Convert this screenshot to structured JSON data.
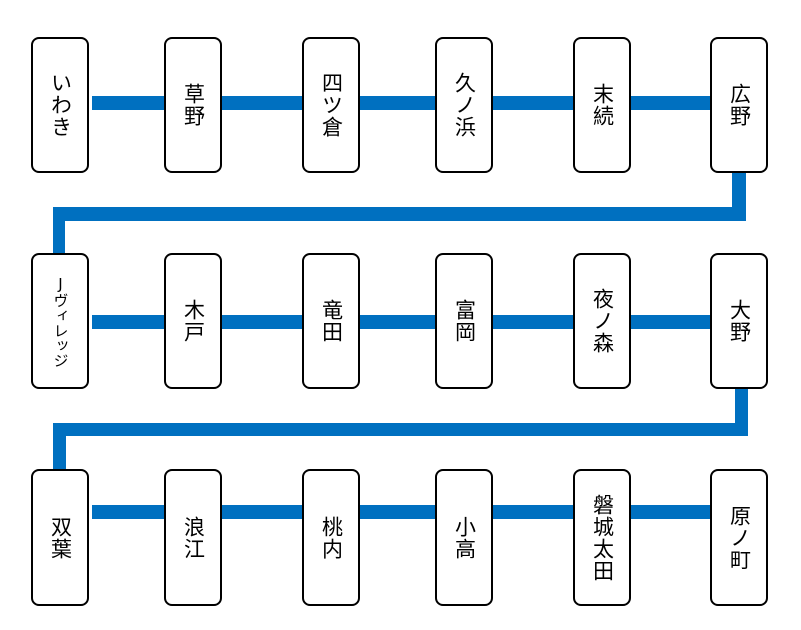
{
  "line_color": "#0070C0",
  "rows": [
    {
      "stations": [
        "いわき",
        "草野",
        "四ツ倉",
        "久ノ浜",
        "末続",
        "広野"
      ]
    },
    {
      "stations": [
        "Jヴィレッジ",
        "木戸",
        "竜田",
        "富岡",
        "夜ノ森",
        "大野"
      ]
    },
    {
      "stations": [
        "双葉",
        "浪江",
        "桃内",
        "小高",
        "磐城太田",
        "原ノ町"
      ]
    }
  ]
}
